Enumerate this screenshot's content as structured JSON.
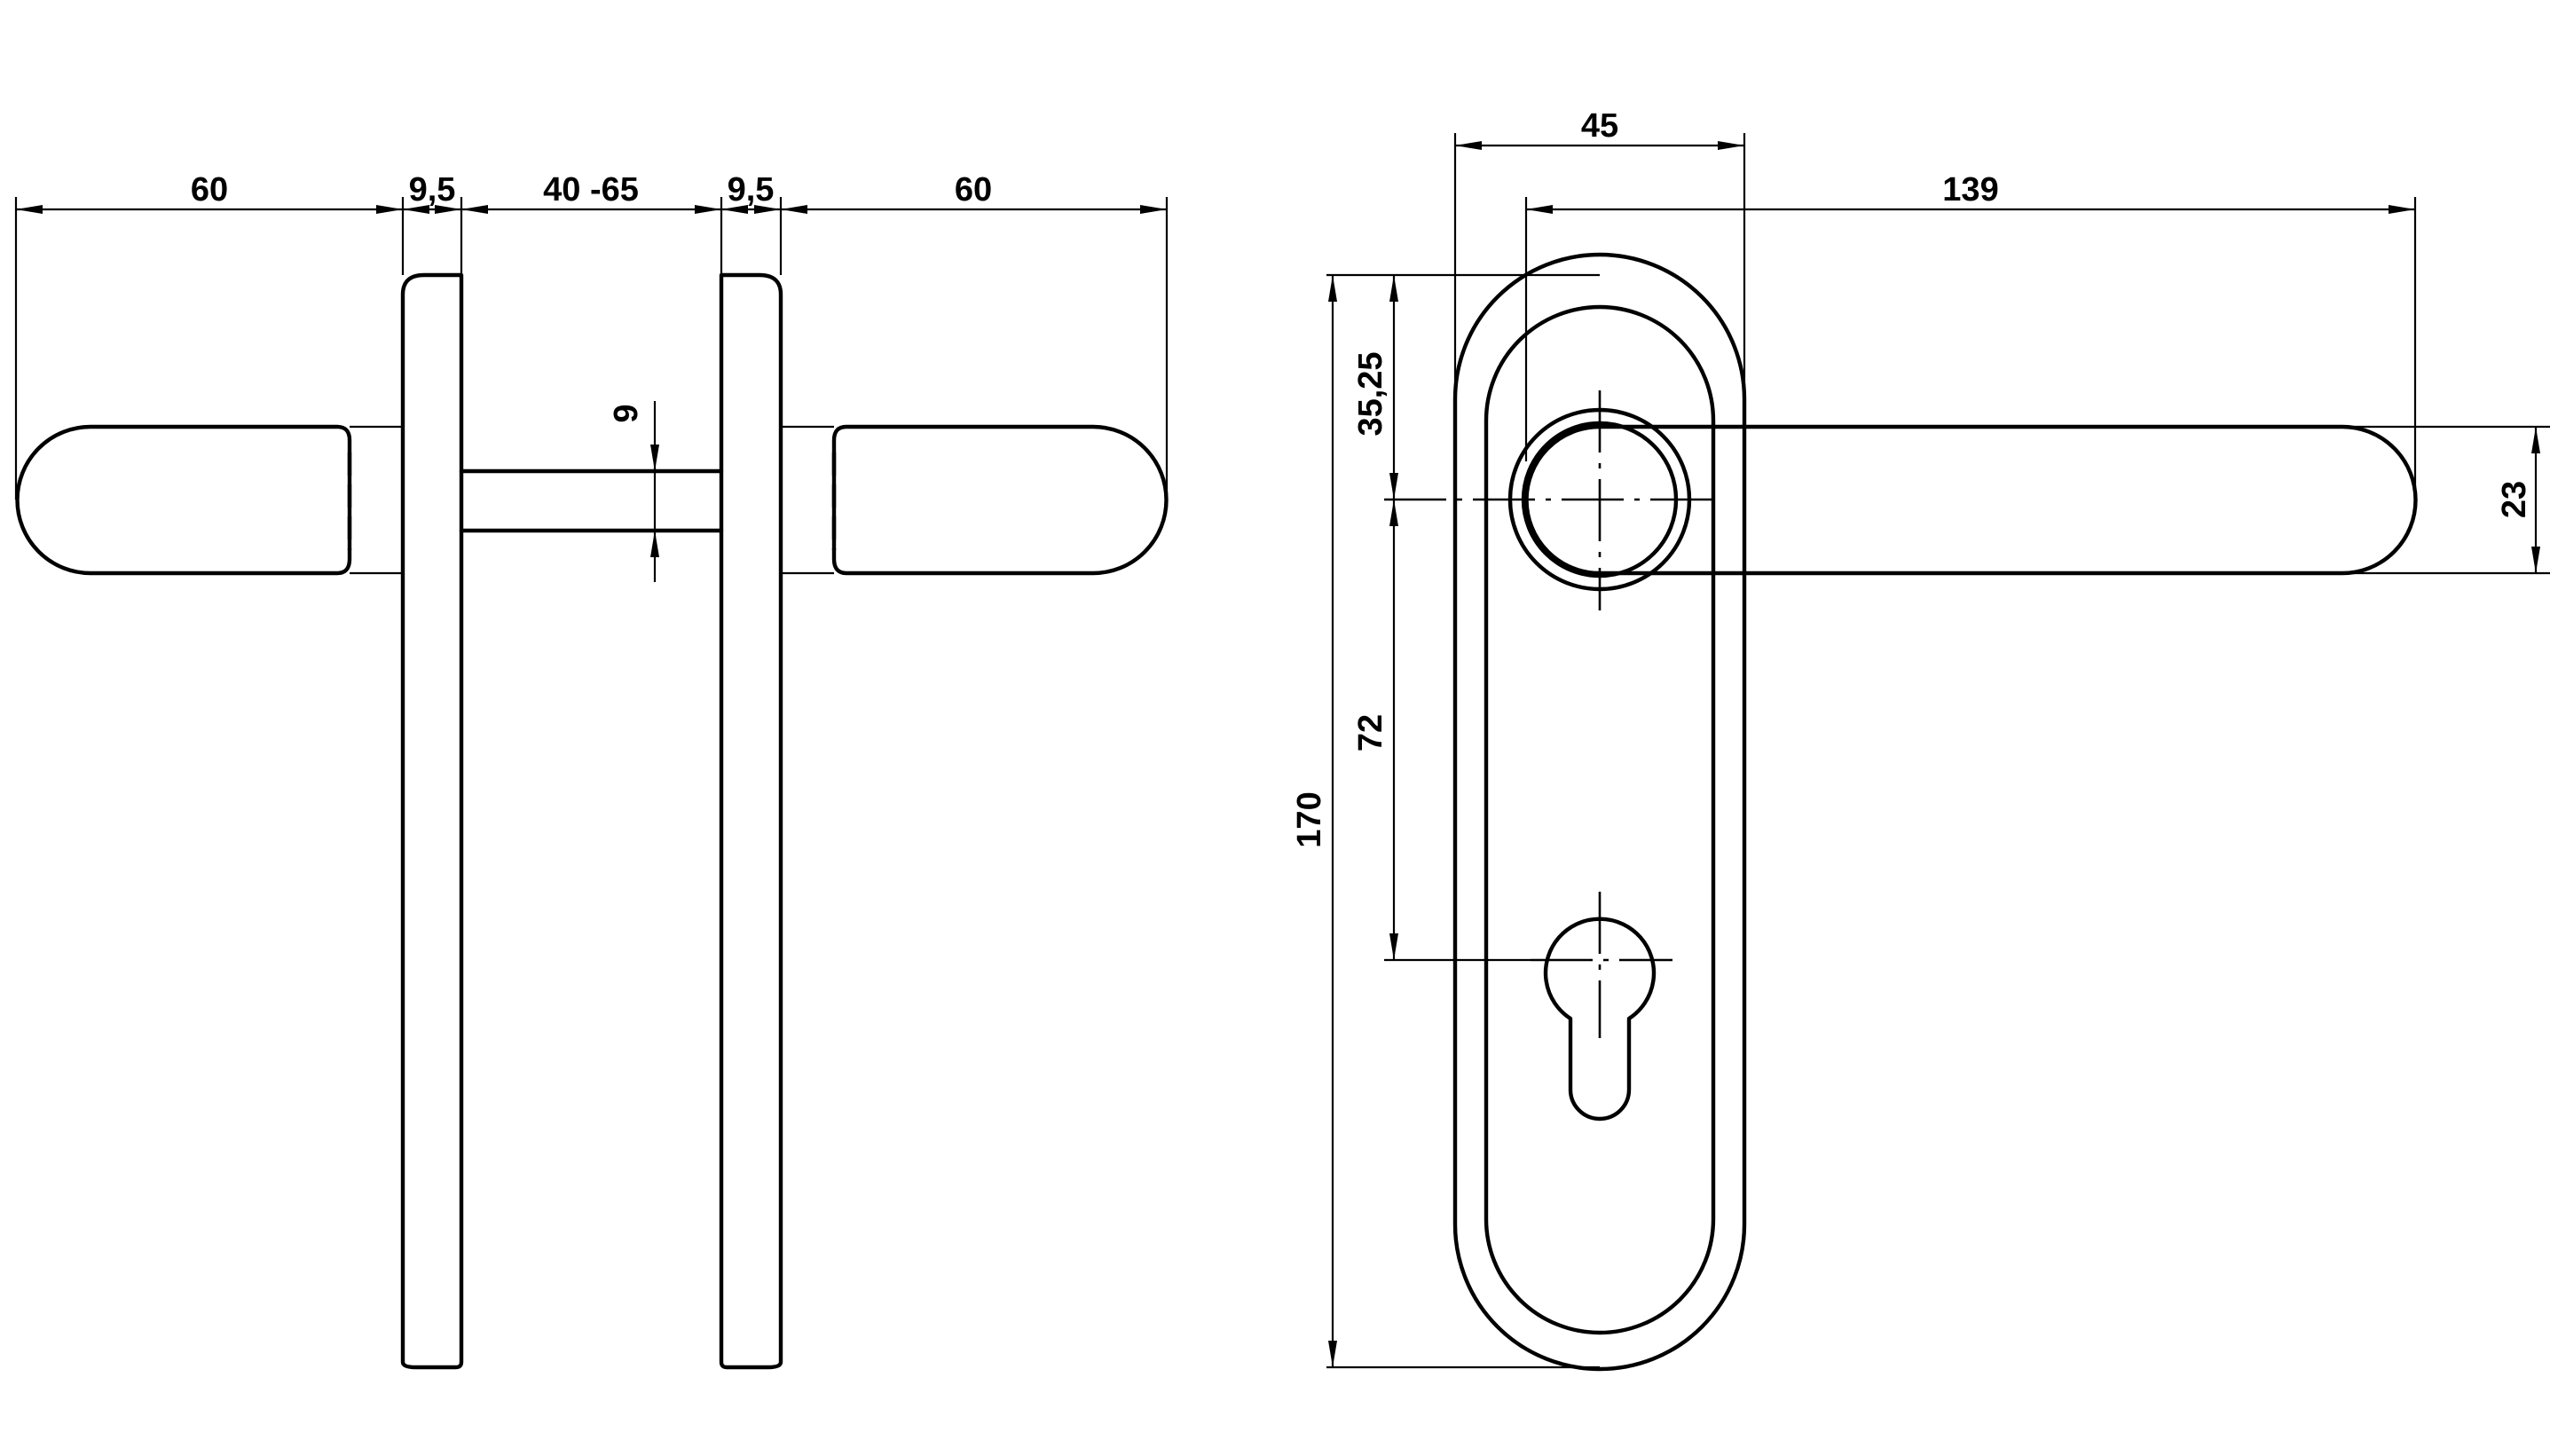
{
  "side_view": {
    "dims": {
      "lever_left": "60",
      "plate_left": "9,5",
      "door_thickness": "40 -65",
      "plate_right": "9,5",
      "lever_right": "60",
      "spindle": "9"
    }
  },
  "front_view": {
    "dims": {
      "plate_width": "45",
      "lever_length": "139",
      "top_to_spindle": "35,25",
      "spindle_to_cylinder": "72",
      "plate_height": "170",
      "lever_height": "23"
    }
  },
  "colors": {
    "line": "#000000",
    "background": "#ffffff"
  }
}
